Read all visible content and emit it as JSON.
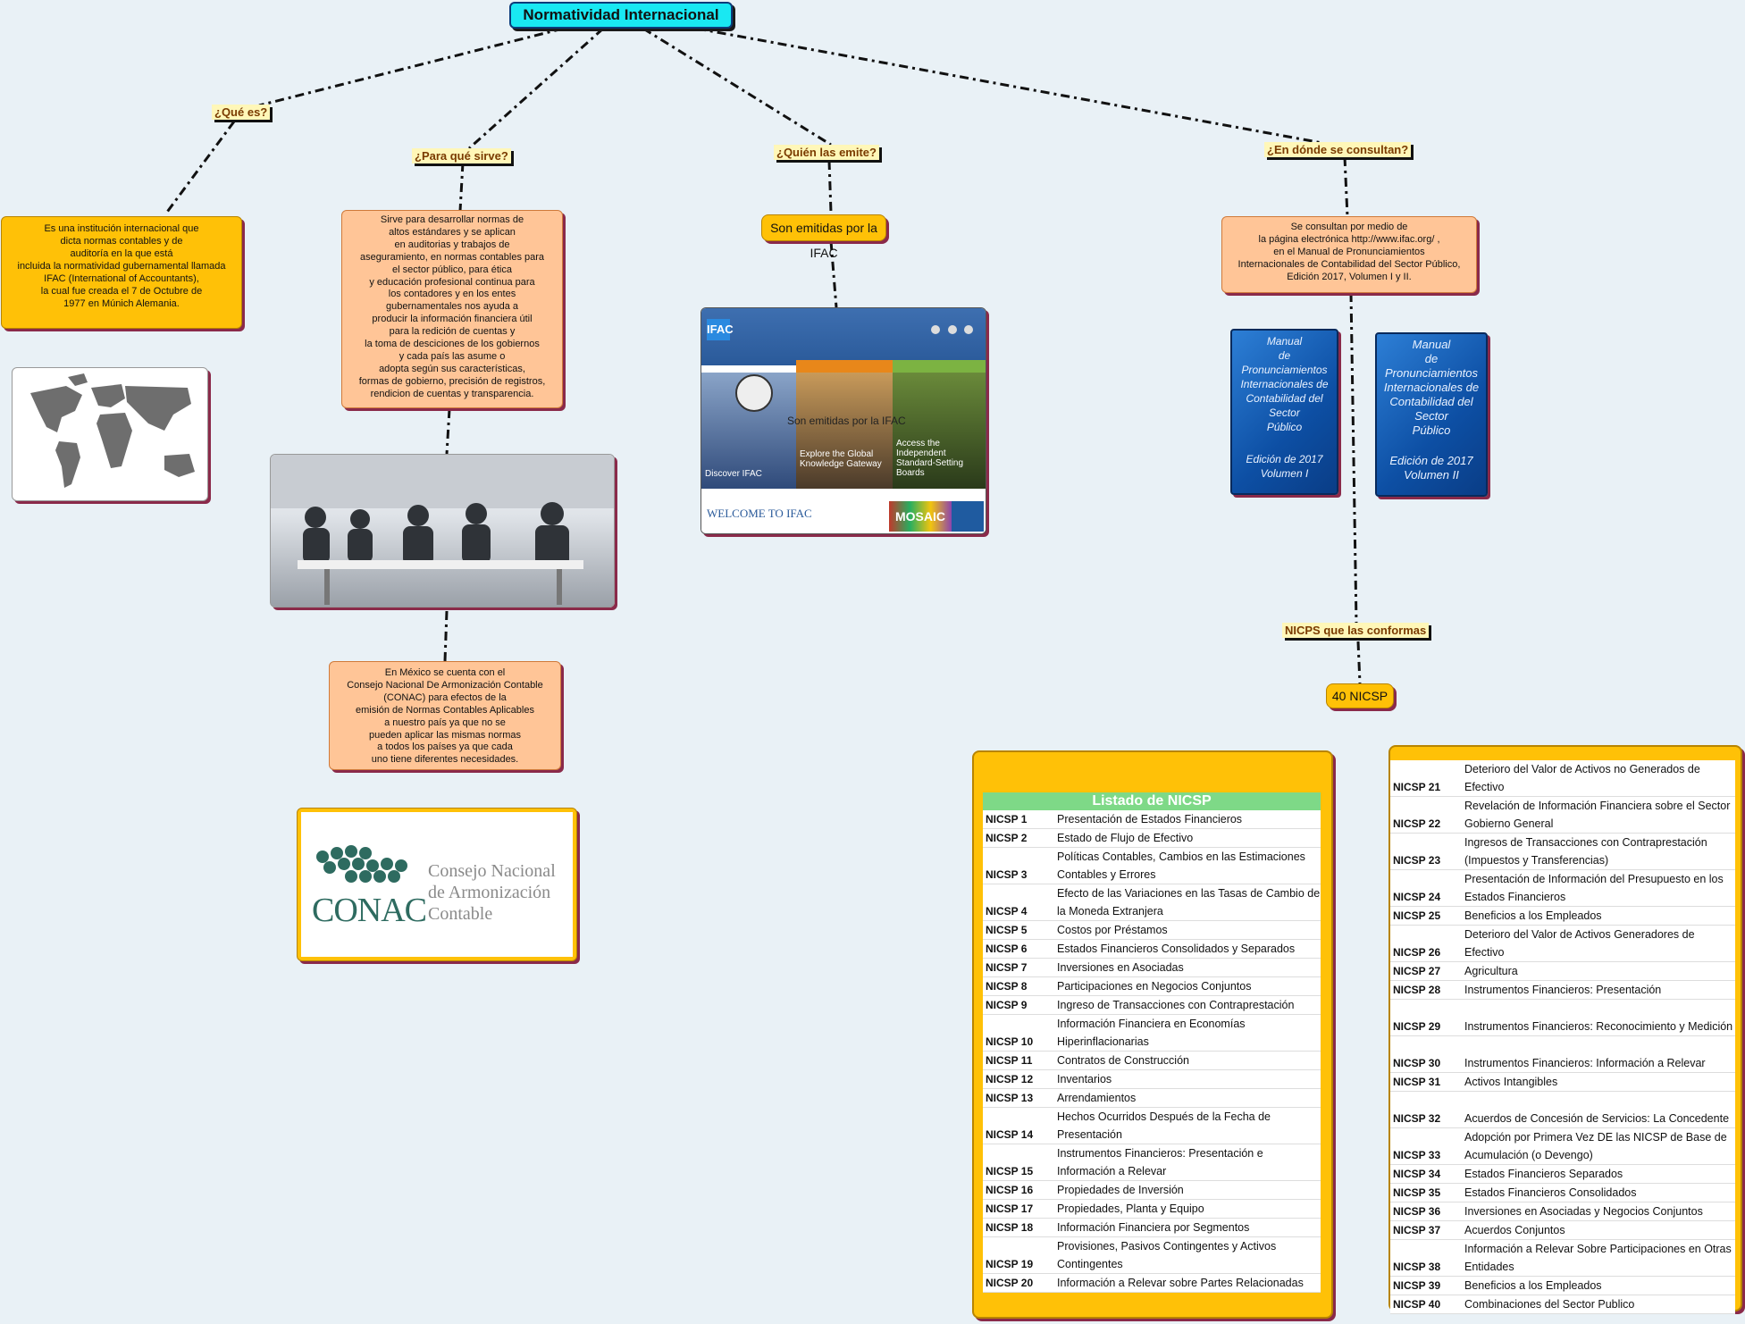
{
  "root": {
    "title": "Normatividad Internacional"
  },
  "branches": {
    "que_es": {
      "label": "¿Qué es?",
      "text": "Es una institución internacional que\ndicta normas contables y de\nauditoría en la que está\nincluida la normatividad gubernamental llamada\nIFAC (International of Accountants),\nla cual fue creada el 7 de Octubre de\n1977 en Múnich Alemania."
    },
    "para_que": {
      "label": "¿Para qué sirve?",
      "text": "Sirve para desarrollar normas de\naltos estándares y se aplican\nen auditorias y trabajos de\naseguramiento, en normas contables para\nel sector público, para ética\ny educación profesional continua para\nlos contadores y en los entes\ngubernamentales nos ayuda a\nproducir la información financiera útil\npara la redición de cuentas y\nla toma de desciciones de los gobiernos\ny cada país las asume o\nadopta según sus características,\nformas de gobierno, precisión de registros,\nrendicion de cuentas y transparencia.",
      "mexico_text": "En México se cuenta con el\nConsejo Nacional De Armonización Contable\n(CONAC) para efectos de la\nemisión de Normas Contables Aplicables\na nuestro país ya que no se\npueden aplicar las mismas normas\na todos los países ya que cada\nuno tiene diferentes necesidades."
    },
    "quien": {
      "label": "¿Quién las emite?",
      "text": "Son emitidas por la IFAC"
    },
    "donde": {
      "label": "¿En dónde se consultan?",
      "text": "Se consultan por medio de\nla página electrónica http://www.ifac.org/ ,\nen el Manual de Pronunciamientos\nInternacionales de Contabilidad del Sector Público,\nEdición 2017, Volumen I y II.",
      "nicps_label": "NICPS que las conformas",
      "count": "40 NICSP"
    }
  },
  "ifac_screenshot": {
    "logo": "IFAC",
    "panel1": "Discover IFAC",
    "panel2": "Explore the Global Knowledge Gateway",
    "panel3": "Access the Independent Standard-Setting Boards",
    "overlay": "Son emitidas por la IFAC",
    "welcome": "WELCOME TO IFAC",
    "mosaic": "MOSAIC"
  },
  "conac_logo": {
    "acronym": "CONAC",
    "line1": "Consejo Nacional",
    "line2": "de Armonización",
    "line3": "Contable"
  },
  "manuals": [
    {
      "title": "Manual\nde Pronunciamientos\nInternacionales de\nContabilidad del Sector\nPúblico",
      "edition": "Edición de 2017\nVolumen I"
    },
    {
      "title": "Manual\nde Pronunciamientos\nInternacionales de\nContabilidad del Sector\nPúblico",
      "edition": "Edición de 2017\nVolumen II"
    }
  ],
  "nicsp_table": {
    "title": "Listado de NICSP",
    "rows_1": [
      {
        "code": "NICSP 1",
        "name": "Presentación de Estados Financieros"
      },
      {
        "code": "NICSP 2",
        "name": "Estado de Flujo de Efectivo"
      },
      {
        "code": "NICSP 3",
        "name": "Políticas Contables, Cambios en las Estimaciones Contables y Errores"
      },
      {
        "code": "NICSP 4",
        "name": "Efecto de las Variaciones en las Tasas de Cambio de la Moneda Extranjera"
      },
      {
        "code": "NICSP 5",
        "name": "Costos por Préstamos"
      },
      {
        "code": "NICSP 6",
        "name": "Estados Financieros Consolidados y Separados"
      },
      {
        "code": "NICSP 7",
        "name": "Inversiones en Asociadas"
      },
      {
        "code": "NICSP 8",
        "name": "Participaciones en Negocios Conjuntos"
      },
      {
        "code": "NICSP 9",
        "name": "Ingreso de Transacciones con Contraprestación"
      },
      {
        "code": "NICSP 10",
        "name": "Información Financiera en Economías Hiperinflacionarias"
      },
      {
        "code": "NICSP 11",
        "name": "Contratos de Construcción"
      },
      {
        "code": "NICSP 12",
        "name": "Inventarios"
      },
      {
        "code": "NICSP 13",
        "name": "Arrendamientos"
      },
      {
        "code": "NICSP 14",
        "name": "Hechos Ocurridos Después de la Fecha de Presentación"
      },
      {
        "code": "NICSP 15",
        "name": "Instrumentos Financieros: Presentación e Información a Relevar"
      },
      {
        "code": "NICSP 16",
        "name": "Propiedades de Inversión"
      },
      {
        "code": "NICSP 17",
        "name": "Propiedades, Planta y Equipo"
      },
      {
        "code": "NICSP 18",
        "name": "Información Financiera por Segmentos"
      },
      {
        "code": "NICSP 19",
        "name": "Provisiones, Pasivos Contingentes y Activos Contingentes"
      },
      {
        "code": "NICSP 20",
        "name": "Información a Relevar sobre Partes Relacionadas"
      }
    ],
    "rows_2": [
      {
        "code": "NICSP 21",
        "name": "Deterioro del Valor de Activos no Generados de Efectivo"
      },
      {
        "code": "NICSP 22",
        "name": "Revelación de Información Financiera sobre el Sector Gobierno General"
      },
      {
        "code": "NICSP 23",
        "name": "Ingresos de Transacciones con Contraprestación (Impuestos y Transferencias)"
      },
      {
        "code": "NICSP 24",
        "name": "Presentación de Información del Presupuesto en los Estados Financieros"
      },
      {
        "code": "NICSP 25",
        "name": "Beneficios a los Empleados"
      },
      {
        "code": "NICSP 26",
        "name": "Deterioro del Valor de Activos Generadores de Efectivo"
      },
      {
        "code": "NICSP 27",
        "name": "Agricultura"
      },
      {
        "code": "NICSP 28",
        "name": "Instrumentos Financieros: Presentación"
      },
      {
        "code": "NICSP 29",
        "name": "Instrumentos Financieros: Reconocimiento y Medición"
      },
      {
        "code": "NICSP 30",
        "name": "Instrumentos Financieros: Información a Relevar"
      },
      {
        "code": "NICSP 31",
        "name": "Activos Intangibles"
      },
      {
        "code": "NICSP 32",
        "name": "Acuerdos de Concesión de Servicios: La Concedente"
      },
      {
        "code": "NICSP 33",
        "name": "Adopción por Primera Vez DE las NICSP de Base de Acumulación (o Devengo)"
      },
      {
        "code": "NICSP 34",
        "name": "Estados Financieros Separados"
      },
      {
        "code": "NICSP 35",
        "name": "Estados Financieros Consolidados"
      },
      {
        "code": "NICSP 36",
        "name": "Inversiones en Asociadas y Negocios Conjuntos"
      },
      {
        "code": "NICSP 37",
        "name": "Acuerdos Conjuntos"
      },
      {
        "code": "NICSP 38",
        "name": "Información a Relevar Sobre Participaciones en Otras Entidades"
      },
      {
        "code": "NICSP 39",
        "name": "Beneficios a los Empleados"
      },
      {
        "code": "NICSP 40",
        "name": "Combinaciones del Sector Publico"
      }
    ]
  }
}
